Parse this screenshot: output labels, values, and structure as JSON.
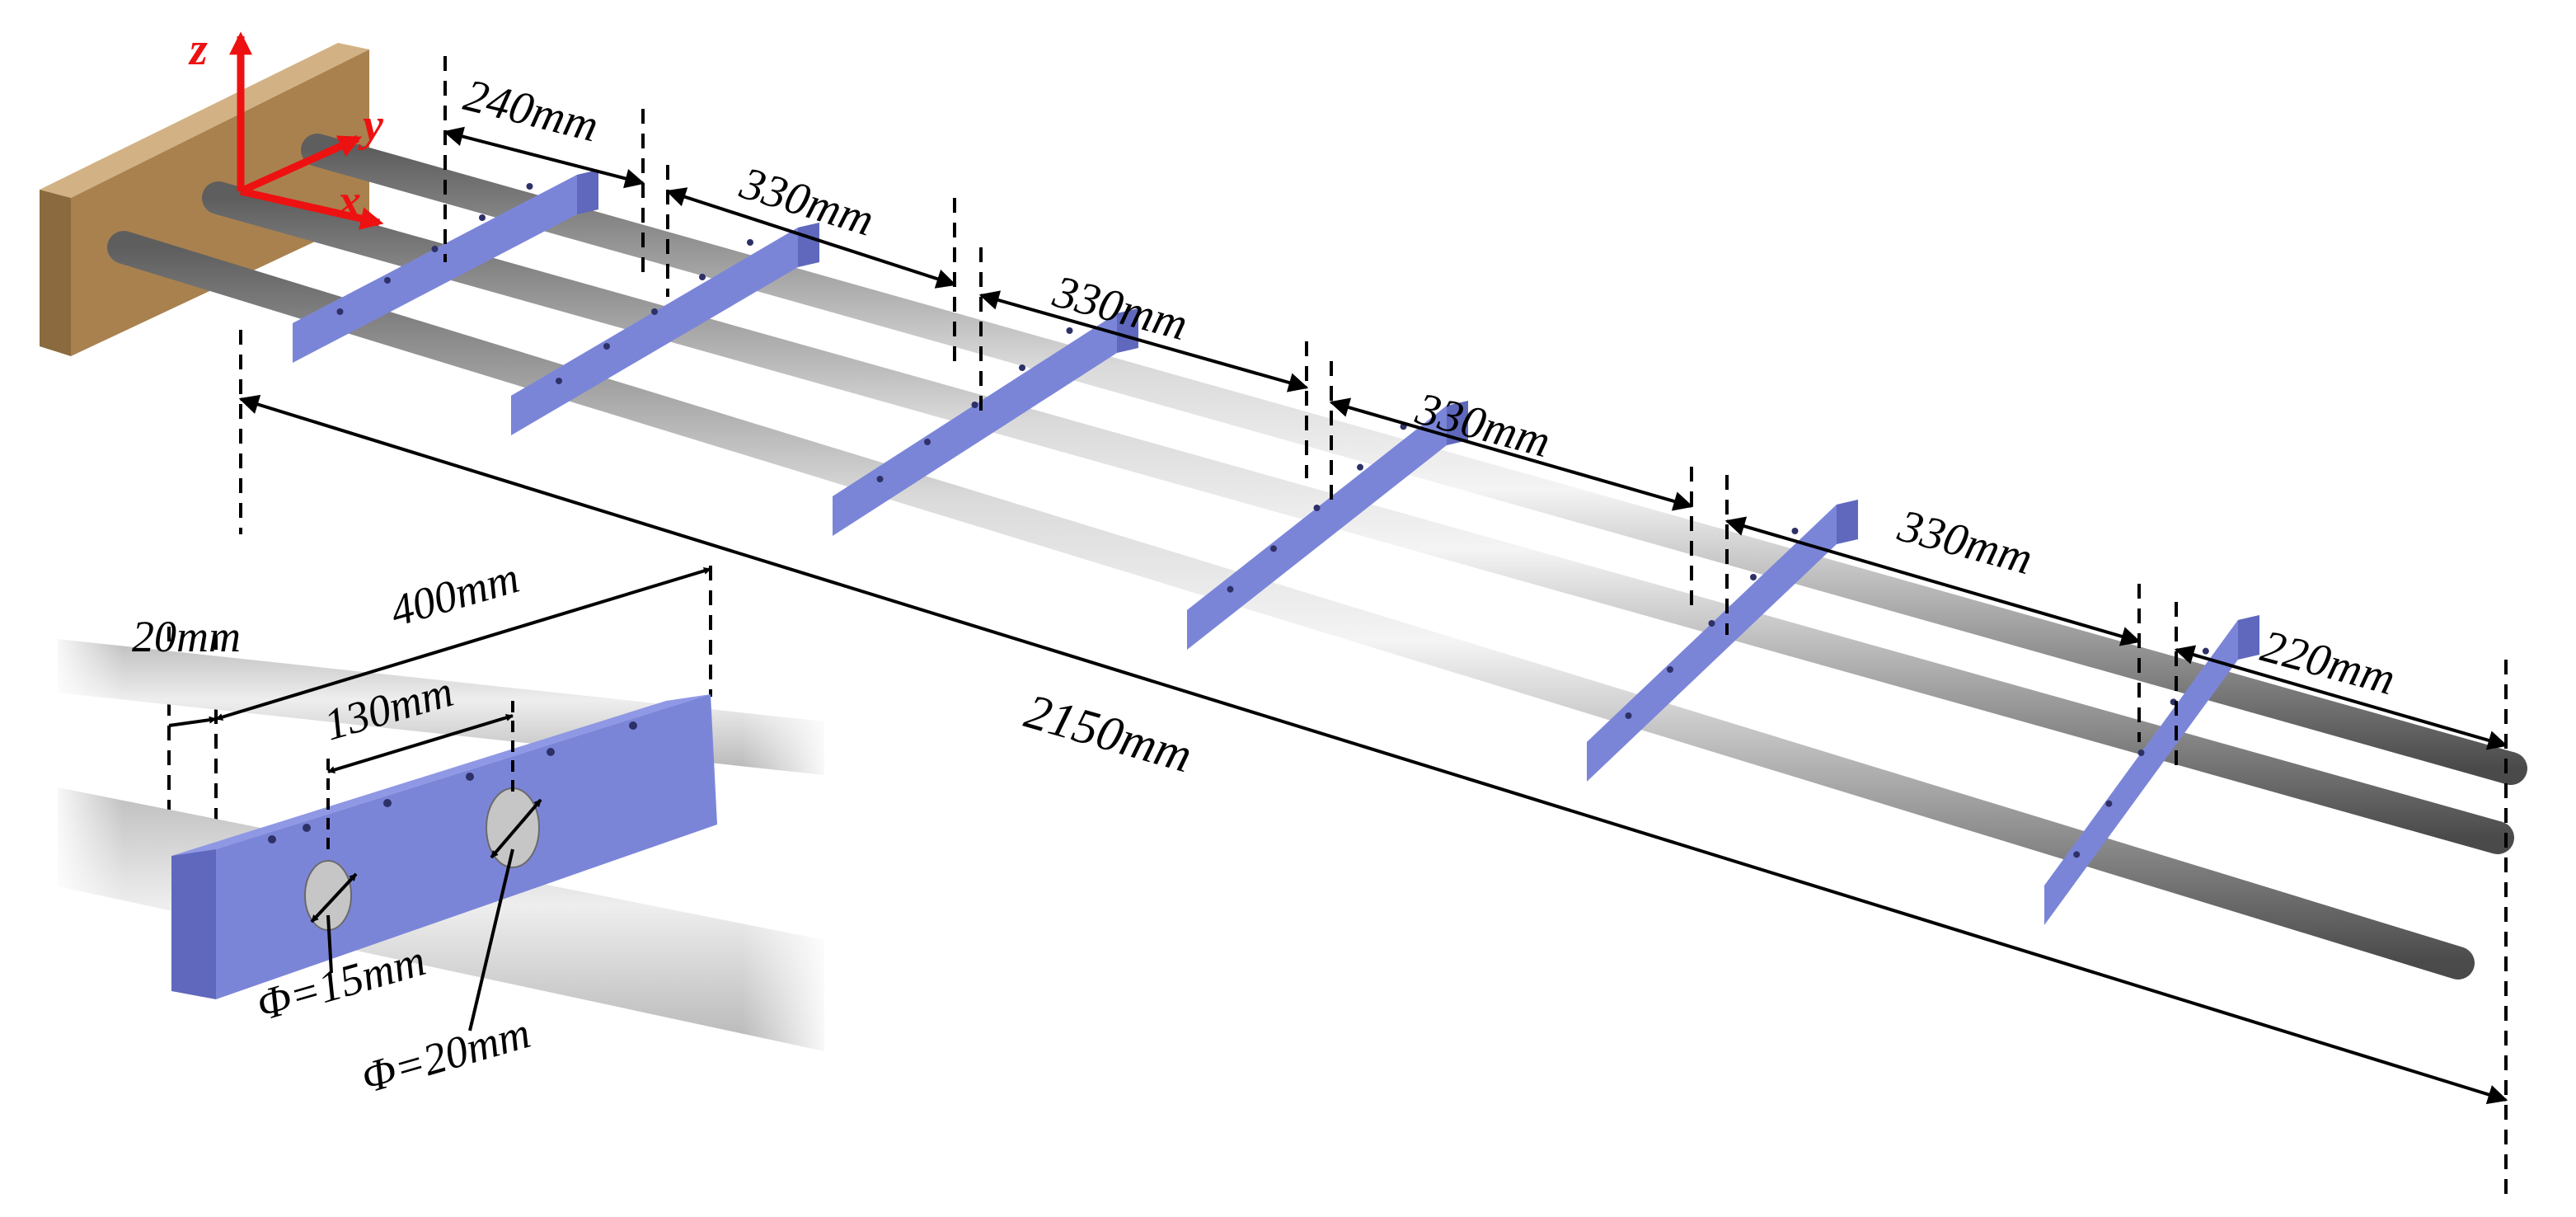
{
  "axes": {
    "x": "x",
    "y": "y",
    "z": "z"
  },
  "dimensions": {
    "d1": "240mm",
    "d2": "330mm",
    "d3": "330mm",
    "d4": "330mm",
    "d5": "330mm",
    "d6": "220mm",
    "total": "2150mm"
  },
  "detail": {
    "plate_length": "400mm",
    "plate_thickness": "20mm",
    "hole_spacing": "130mm",
    "hole_diameter_small": "Φ=15mm",
    "hole_diameter_large": "Φ=20mm"
  },
  "colors": {
    "wall": "#b08a5c",
    "plate": "#7b85d8",
    "rod": "#8c8c8c",
    "axis": "#ee1111",
    "dimension_line": "#000000"
  }
}
